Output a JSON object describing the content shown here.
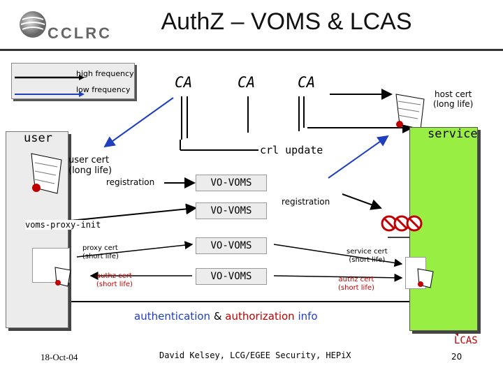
{
  "title": "AuthZ – VOMS & LCAS",
  "logo": {
    "text": "CCLRC"
  },
  "legend": {
    "high": "high frequency",
    "low": "low frequency"
  },
  "ca_labels": [
    "CA",
    "CA",
    "CA"
  ],
  "host_cert": {
    "line1": "host cert",
    "line2": "(long life)"
  },
  "user_panel": {
    "label": "user"
  },
  "service_panel": {
    "label": "service"
  },
  "crl_update": "crl update",
  "user_cert": {
    "line1": "user cert",
    "line2": "(long life)"
  },
  "registration_left": "registration",
  "registration_right": "registration",
  "voms_boxes": [
    "VO-VOMS",
    "VO-VOMS",
    "VO-VOMS",
    "VO-VOMS"
  ],
  "proxy_init": "voms-proxy-init",
  "proxy_cert": {
    "line1": "proxy cert",
    "line2": "(short life)"
  },
  "authz_cert_left": {
    "line1": "authz cert",
    "line2": "(short life)"
  },
  "service_cert": {
    "line1": "service cert",
    "line2": "(short life)"
  },
  "authz_cert_right": {
    "line1": "authz cert",
    "line2": "(short life)"
  },
  "auth_info": {
    "part1": "authentication",
    "amp": " & ",
    "part2": "authorization",
    "part3": " info"
  },
  "lcas": "LCAS",
  "footer": {
    "date": "18-Oct-04",
    "center": "David Kelsey, LCG/EGEE Security, HEPiX",
    "page": "20"
  },
  "colors": {
    "high": "#000000",
    "low": "#1f3fbf",
    "service": "#99ee44",
    "accent_red": "#c00000"
  }
}
